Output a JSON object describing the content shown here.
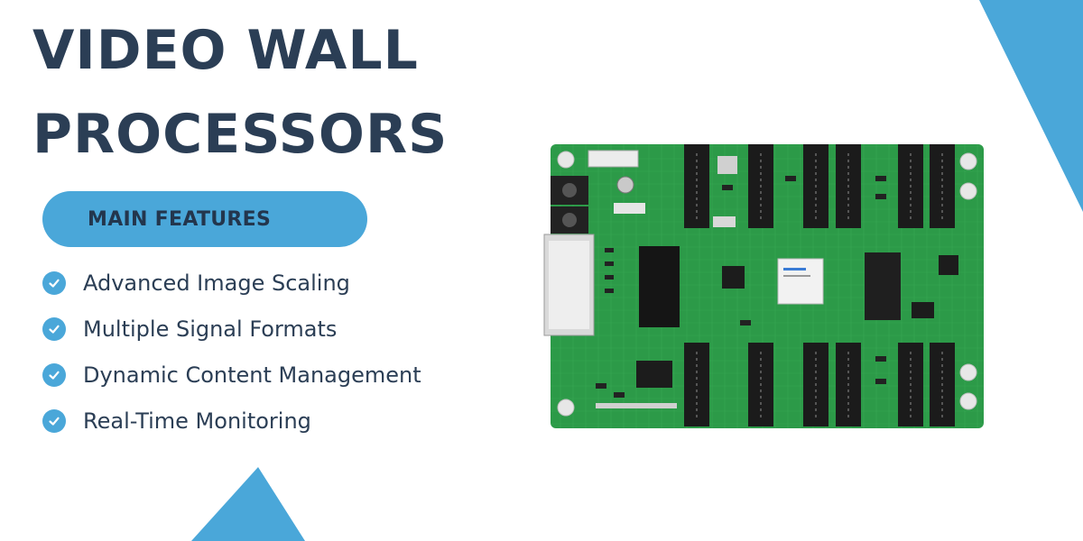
{
  "title": {
    "line1": "VIDEO WALL",
    "line2": "PROCESSORS"
  },
  "features_badge": "MAIN FEATURES",
  "features": [
    "Advanced Image Scaling",
    "Multiple Signal Formats",
    "Dynamic Content Management",
    "Real-Time Monitoring"
  ],
  "colors": {
    "accent": "#4aa7d9",
    "title_text": "#2b3e55",
    "pcb_green": "#2c9a48"
  },
  "icons": {
    "feature_bullet": "check-circle-icon"
  }
}
